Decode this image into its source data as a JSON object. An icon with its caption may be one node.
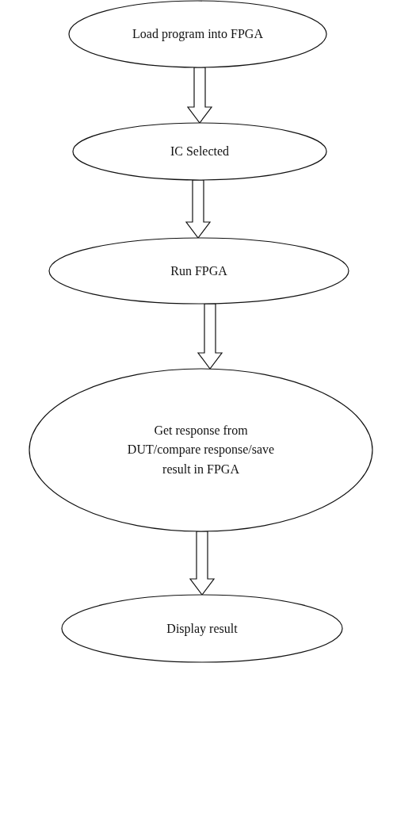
{
  "diagram": {
    "nodes": [
      {
        "text": [
          "Load program into FPGA"
        ]
      },
      {
        "text": [
          "IC Selected"
        ]
      },
      {
        "text": [
          "Run FPGA"
        ]
      },
      {
        "text": [
          "Get response from DUT/compare response/save result in FPGA"
        ]
      },
      {
        "text": [
          "Display result"
        ]
      }
    ],
    "edges": [
      {
        "from": 0,
        "to": 1,
        "arrow": "to"
      },
      {
        "from": 1,
        "to": 2,
        "arrow": "to"
      },
      {
        "from": 2,
        "to": 3,
        "arrow": "to"
      },
      {
        "from": 3,
        "to": 4,
        "arrow": "to"
      }
    ]
  }
}
